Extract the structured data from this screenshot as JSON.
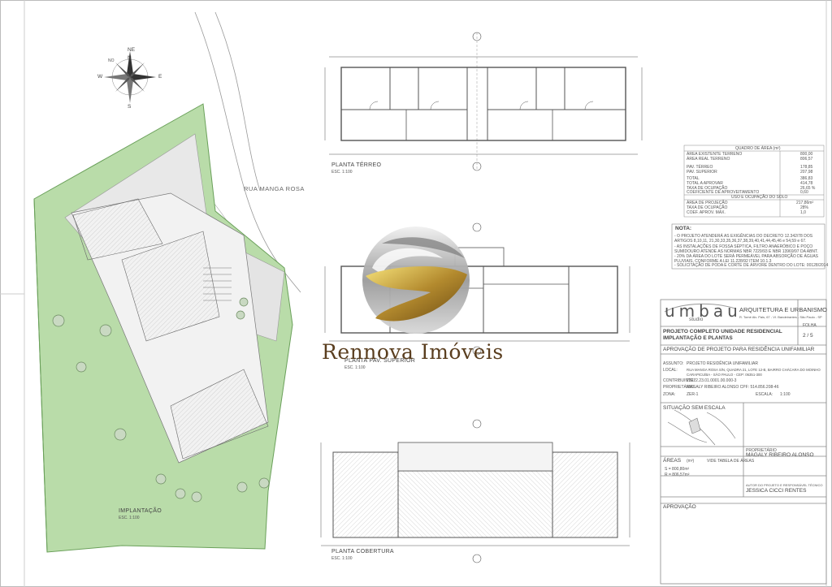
{
  "sheet": {
    "street": "RUA MANGA ROSA",
    "compass": {
      "n": "N",
      "s": "S",
      "e": "E",
      "w": "W",
      "ne": "NE",
      "no": "NO"
    },
    "site_plan_title": "IMPLANTAÇÃO",
    "ground_floor_title": "PLANTA TÉRREO",
    "upper_floor_title": "PLANTA PAV. SUPERIOR",
    "roof_title": "PLANTA COBERTURA",
    "scale": "ESC. 1:100"
  },
  "areas_table": {
    "title": "QUADRO DE ÁREA (m²)",
    "rows": [
      {
        "label": "ÁREA EXISTENTE TERRENO",
        "value": "800,00"
      },
      {
        "label": "ÁREA REAL TERRENO",
        "value": "806,57"
      },
      {
        "label": "PAV. TÉRREO",
        "value": "178,85"
      },
      {
        "label": "PAV. SUPERIOR",
        "value": "207,98"
      },
      {
        "label": "TOTAL",
        "value": "386,83"
      },
      {
        "label": "TOTAL A APROVAR",
        "value": "414,78"
      },
      {
        "label": "TAXA DE OCUPAÇÃO",
        "value": "26,65 %"
      },
      {
        "label": "COEFICIENTE DE APROVEITAMENTO",
        "value": "0,60"
      }
    ],
    "use_title": "USO E OCUPAÇÃO DO SOLO",
    "use_rows": [
      {
        "label": "ÁREA DE PROJEÇÃO",
        "value": "217,86m²"
      },
      {
        "label": "TAXA DE OCUPAÇÃO",
        "value": "28%"
      },
      {
        "label": "COEF. APROV. MAX.",
        "value": "1,0"
      }
    ]
  },
  "notes": {
    "title": "NOTA:",
    "items": [
      "- O PROJETO ATENDERÁ AS EXIGÊNCIAS DO DECRETO 12.342/78 DOS ARTIGOS 8,10,11, 21,30,33,35,36,37,38,39,40,41,44,45,46 e 54,59 e 67.",
      "- AS INSTALAÇÕES DE FOSSA SÉPTICA, FILTRO ANAERÓBICO E POÇO SUMIDOURO ATENDE AS NORMAS NBR 7229/93 E NBR 13969/97 DA ABNT.",
      "- 20% DA ÁREA DO LOTE SERÁ PERMEÁVEL PARA ABSORÇÃO DE ÁGUAS PLUVIAIS, CONFORME A LEI 11.228/92 ITEM 10.1.3",
      "- SOLICITAÇÃO DE PODA E CORTE DE ÁRVORE DENTRO DO LOTE: 00128/2014"
    ]
  },
  "title_block": {
    "firm_logo": "umbau",
    "firm_sub": "studio",
    "firm_name": "ARQUITETURA E URBANISMO",
    "firm_address": "R. Tomé Alv. Pais, 67 - VI. Bandeirantes - São Paulo - SP",
    "sheet_label": "FOLHA",
    "sheet_number": "2 / 5",
    "project_title_1": "PROJETO COMPLETO UNIDADE RESIDENCIAL",
    "project_title_2": "IMPLANTAÇÃO E PLANTAS",
    "approval_title": "APROVAÇÃO DE PROJETO PARA RESIDÊNCIA UNIFAMILIAR",
    "fields": [
      {
        "label": "ASSUNTO:",
        "value": "PROJETO RESIDÊNCIA UNIFAMILIAR"
      },
      {
        "label": "LOCAL:",
        "value": "RUA MANGA ROSA S/N, QUADRA 21, LOTE 12-B, BAIRRO CHÁCARA DO MOINHO"
      },
      {
        "label": "",
        "value": "CARAPICUÍBA - SÃO PAULO - CEP: 06351-300"
      },
      {
        "label": "CONTRIBUINTE:",
        "value": "23022.23.01.0001.00.000-3"
      },
      {
        "label": "PROPRIETÁRIO:",
        "value": "MAGALY RIBEIRO ALONSO   CPF: 514.856.208-46"
      },
      {
        "label": "ZONA:",
        "value": "ZER-1"
      }
    ],
    "scale_label": "ESCALA:",
    "scale_value": "1:100",
    "situation_title": "SITUAÇÃO SEM ESCALA",
    "owner_label": "PROPRIETÁRIO",
    "owner_name": "MAGALY RIBEIRO ALONSO",
    "areas_label": "ÁREAS",
    "areas_unit": "(m²)",
    "areas_note": "VIDE TABELA DE ÁREAS",
    "area_s": "S = 800,80m²",
    "area_r": "R = 806,57m²",
    "tech_label": "AUTOR DO PROJETO E RESPONSÁVEL TÉCNICO",
    "tech_name": "JESSICA CICCI RENTES",
    "stamp_label": "APROVAÇÃO"
  },
  "watermark": {
    "text": "Rennova Imóveis"
  }
}
